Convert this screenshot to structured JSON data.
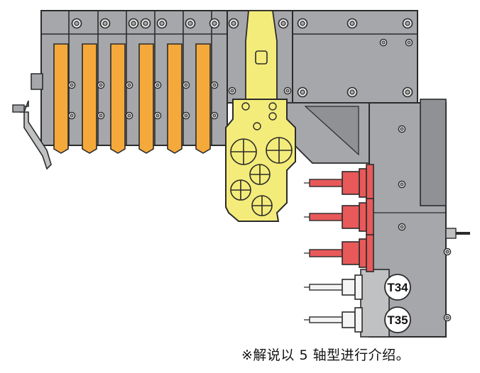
{
  "figure": {
    "caption": "※解说以 5 轴型进行介绍。",
    "tool_labels": [
      "T34",
      "T35"
    ]
  },
  "colors": {
    "frame_gray": "#a5a7aa",
    "frame_gray_dark": "#8f9195",
    "outline": "#2b2b2b",
    "orange_tool": "#f6a93b",
    "yellow_block": "#f4ec7a",
    "red_tool": "#e8595a",
    "white_tool": "#f4f4f4"
  }
}
